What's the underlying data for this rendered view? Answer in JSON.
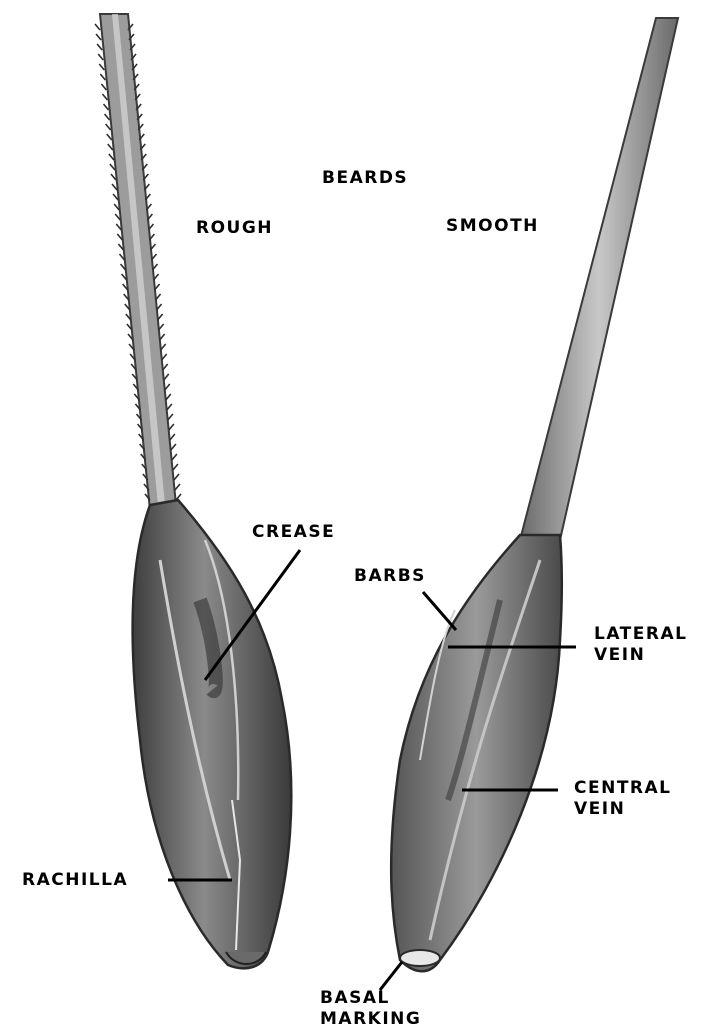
{
  "labels": {
    "beards": "BEARDS",
    "rough": "ROUGH",
    "smooth": "SMOOTH",
    "crease": "CREASE",
    "barbs": "BARBS",
    "lateral_vein": [
      "LATERAL",
      "VEIN"
    ],
    "central_vein": [
      "CENTRAL",
      "VEIN"
    ],
    "rachilla": "RACHILLA",
    "basal_marking": [
      "BASAL",
      "MARKING"
    ]
  },
  "colors": {
    "background": "#ffffff",
    "text": "#000000",
    "grain_dark": "#4a4a4a",
    "grain_mid": "#7a7a7a",
    "grain_light": "#bdbdbd"
  }
}
